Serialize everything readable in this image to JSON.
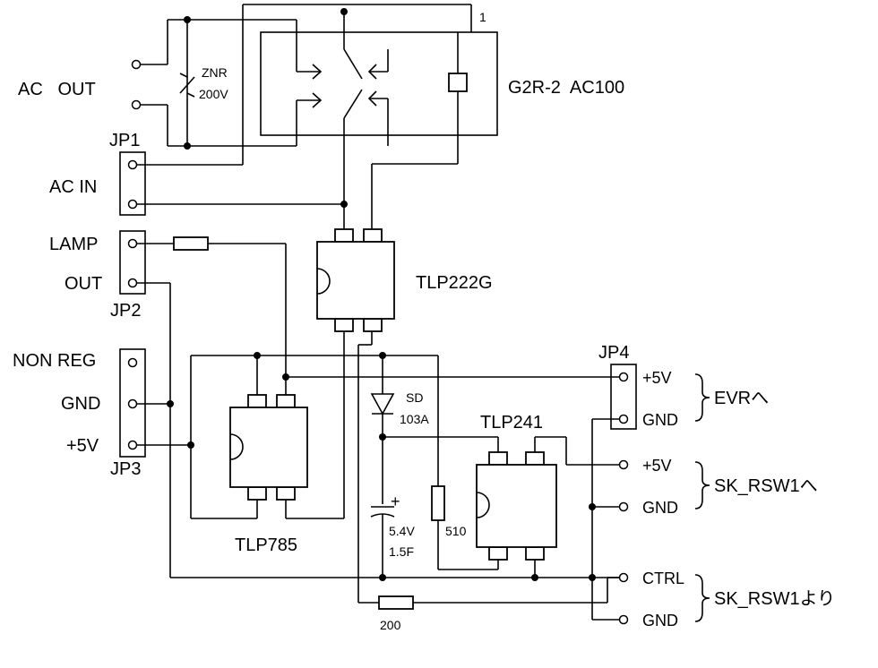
{
  "labels": {
    "ac_out": "AC   OUT",
    "zener_name": "ZNR",
    "zener_value": "200V",
    "relay_pin": "1",
    "relay_name": "G2R-2  AC100",
    "jp1": "JP1",
    "ac_in": "AC IN",
    "lamp": "LAMP",
    "out": "OUT",
    "jp2": "JP2",
    "tlp222g": "TLP222G",
    "non_reg": "NON REG",
    "gnd_jp3": "GND",
    "plus5v_jp3": "+5V",
    "jp3": "JP3",
    "tlp785": "TLP785",
    "diode_name": "SD",
    "diode_value": "103A",
    "tlp241": "TLP241",
    "cap_voltage": "5.4V",
    "cap_value": "1.5F",
    "cap_polarity": "+",
    "r510": "510",
    "r200": "200",
    "jp4": "JP4",
    "jp4_plus5v": "+5V",
    "jp4_gnd": "GND",
    "evr": "EVRへ",
    "sk_plus5v": "+5V",
    "sk_gnd1": "GND",
    "sk_rsw1_to": "SK_RSW1へ",
    "ctrl": "CTRL",
    "sk_gnd2": "GND",
    "sk_rsw1_from": "SK_RSW1より"
  }
}
